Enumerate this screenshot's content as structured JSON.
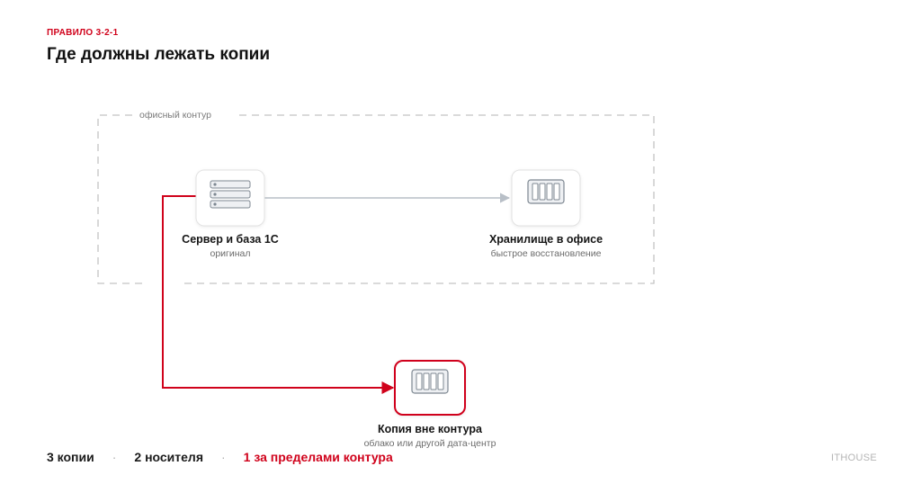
{
  "header": {
    "eyebrow": "ПРАВИЛО 3-2-1",
    "title": "Где должны лежать копии"
  },
  "zone": {
    "label": "офисный контур"
  },
  "nodes": {
    "server": {
      "title": "Сервер и база 1С",
      "subtitle": "оригинал",
      "icon": "server-icon"
    },
    "office_storage": {
      "title": "Хранилище в офисе",
      "subtitle": "быстрое восстановление",
      "icon": "storage-icon"
    },
    "offsite": {
      "title": "Копия вне контура",
      "subtitle": "облако или другой дата-центр",
      "icon": "storage-icon"
    }
  },
  "footer": {
    "item1": "3 копии",
    "item2": "2 носителя",
    "item3": "1 за пределами контура",
    "separator": "·"
  },
  "brand": "ITHOUSE",
  "colors": {
    "accent": "#d0021b",
    "connector_gray": "#b8bfc7",
    "zone_border": "#c4c4c4",
    "node_border": "#e2e2e2"
  }
}
